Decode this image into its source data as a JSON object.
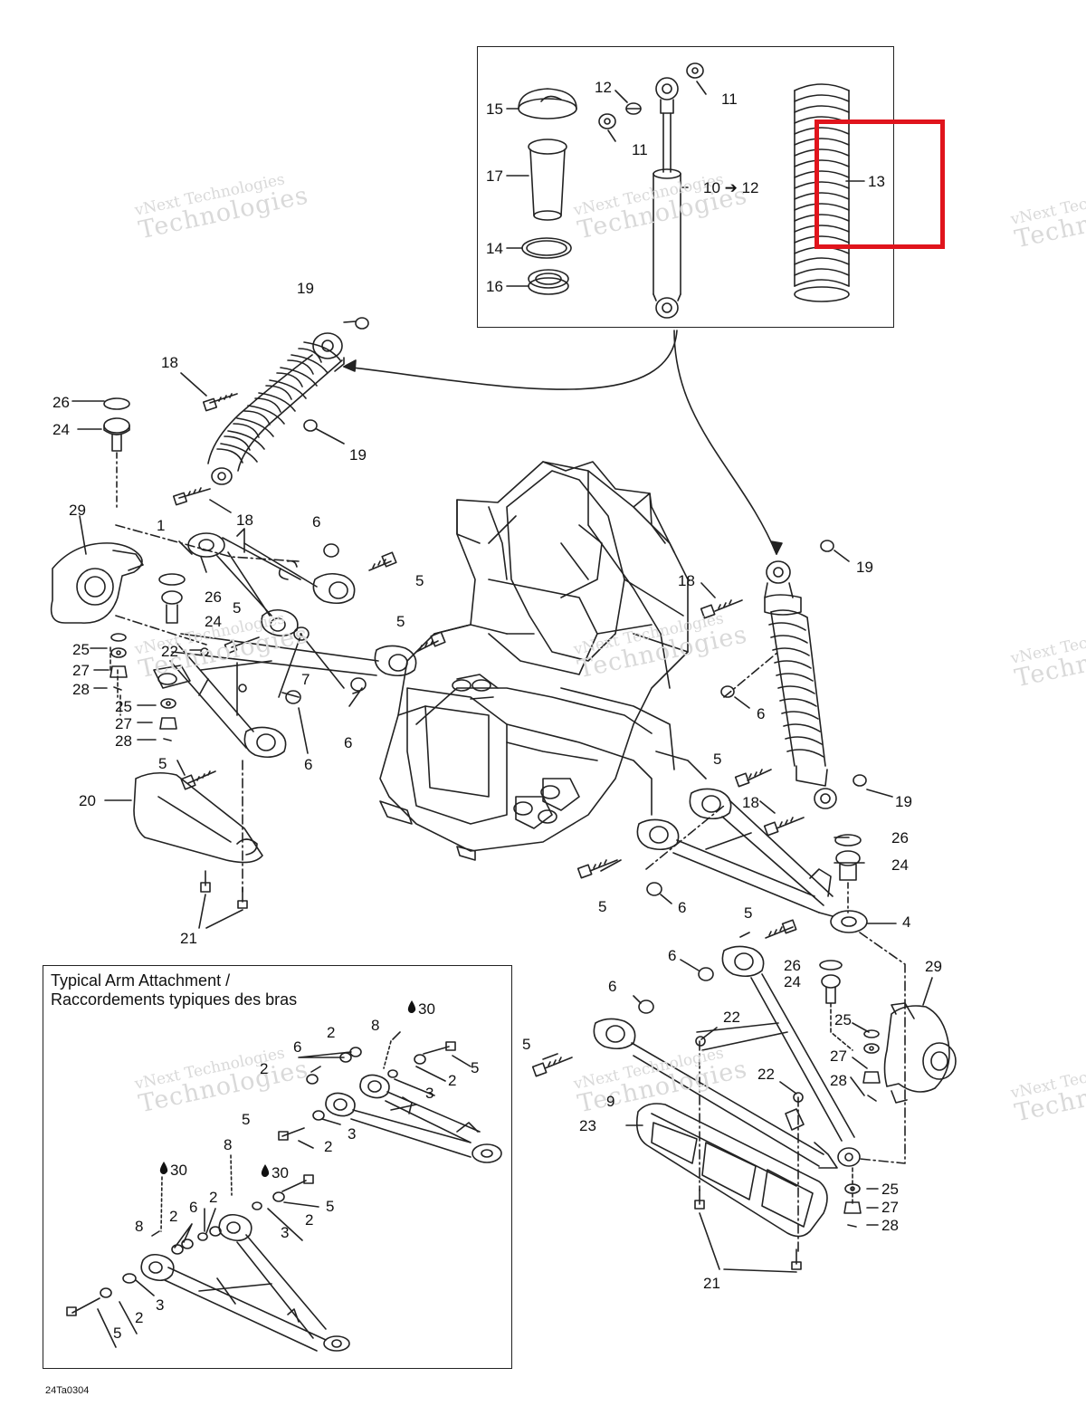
{
  "figure_code": "24Ta0304",
  "inset_title": {
    "line1": "Typical Arm Attachment /",
    "line2": "Raccordements typiques des bras"
  },
  "watermark": {
    "line1": "vNext Technologies",
    "line2": "Technologies"
  },
  "highlight_color": "#e0141c",
  "callouts": {
    "c15": "15",
    "c17": "17",
    "c14": "14",
    "c16": "16",
    "c12": "12",
    "c11a": "11",
    "c11b": "11",
    "c10": "10 ➔ 12",
    "c13": "13",
    "c19a": "19",
    "c18a": "18",
    "c19b": "19",
    "c18b": "18",
    "c26a": "26",
    "c24a": "24",
    "c29a": "29",
    "c1": "1",
    "c6a": "6",
    "c5a": "5",
    "c26b": "26",
    "c24b": "24",
    "c5b": "5",
    "c5c": "5",
    "c25a": "25",
    "c22a": "22",
    "c27a": "27",
    "c28a": "28",
    "c7": "7",
    "c6b": "6",
    "c25b": "25",
    "c27b": "27",
    "c28b": "28",
    "c6c": "6",
    "c5d": "5",
    "c20": "20",
    "c21a": "21",
    "c19c": "19",
    "c18c": "18",
    "c6d": "6",
    "c5e": "5",
    "c18d": "18",
    "c19d": "19",
    "c26c": "26",
    "c24c": "24",
    "c5f": "5",
    "c6e": "6",
    "c4": "4",
    "c5g": "5",
    "c6f": "6",
    "c26d": "26",
    "c24d": "24",
    "c29b": "29",
    "c6g": "6",
    "c22b": "22",
    "c25c": "25",
    "c27c": "27",
    "c28c": "28",
    "c5h": "5",
    "c22c": "22",
    "c9": "9",
    "c23": "23",
    "c25d": "25",
    "c27d": "27",
    "c28d": "28",
    "c21b": "21",
    "i30a": "30",
    "i2a": "2",
    "i8a": "8",
    "i6a": "6",
    "i2b": "2",
    "i5a": "5",
    "i2c": "2",
    "i3a": "3",
    "i5b": "5",
    "i3b": "3",
    "i2d": "2",
    "i8b": "8",
    "i30b": "30",
    "i30c": "30",
    "i2e": "2",
    "i6b": "6",
    "i5c": "5",
    "i8c": "8",
    "i2f": "2",
    "i3c": "3",
    "i2g": "2",
    "i3d": "3",
    "i2h": "2",
    "i5d": "5"
  }
}
